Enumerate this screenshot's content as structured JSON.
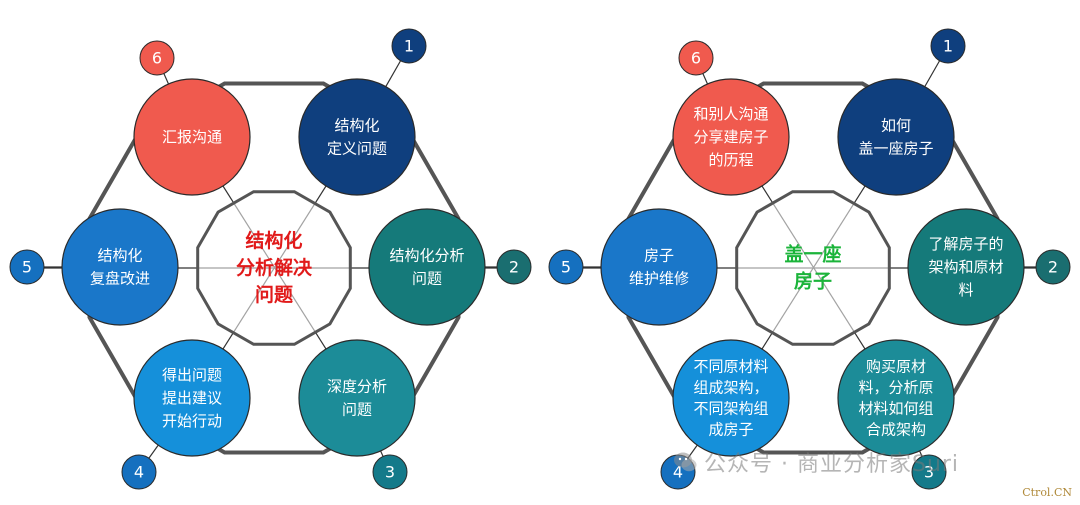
{
  "colors": {
    "red": "#F05A4E",
    "navy": "#0F3F7E",
    "teal": "#157A7A",
    "teal_mid": "#1C8C98",
    "blue": "#1A77C9",
    "sky": "#1590DA",
    "badge_dark": "#0F3F7E",
    "badge_teal": "#1A6E70",
    "badge_mid": "#147A8A",
    "badge_blue": "#1570BF",
    "frame": "#555555",
    "center_red": "#E11A1A",
    "center_green": "#1BB43A"
  },
  "diagrams": [
    {
      "center_lines": [
        "结构化",
        "分析解决",
        "问题"
      ],
      "center_color": "#E11A1A",
      "nodes": [
        {
          "number": "1",
          "lines": [
            "结构化",
            "定义问题"
          ],
          "color": "#0F3F7E",
          "badge": "#0F3F7E"
        },
        {
          "number": "2",
          "lines": [
            "结构化分析",
            "问题"
          ],
          "color": "#157A7A",
          "badge": "#1A6E70"
        },
        {
          "number": "3",
          "lines": [
            "深度分析",
            "问题"
          ],
          "color": "#1C8C98",
          "badge": "#147A8A"
        },
        {
          "number": "4",
          "lines": [
            "得出问题",
            "提出建议",
            "开始行动"
          ],
          "color": "#1590DA",
          "badge": "#1570BF"
        },
        {
          "number": "5",
          "lines": [
            "结构化",
            "复盘改进"
          ],
          "color": "#1A77C9",
          "badge": "#1570BF"
        },
        {
          "number": "6",
          "lines": [
            "汇报沟通"
          ],
          "color": "#F05A4E",
          "badge": "#F05A4E"
        }
      ]
    },
    {
      "center_lines": [
        "盖一座",
        "房子"
      ],
      "center_color": "#1BB43A",
      "nodes": [
        {
          "number": "1",
          "lines": [
            "如何",
            "盖一座房子"
          ],
          "color": "#0F3F7E",
          "badge": "#0F3F7E"
        },
        {
          "number": "2",
          "lines": [
            "了解房子的",
            "架构和原材",
            "料"
          ],
          "color": "#157A7A",
          "badge": "#1A6E70"
        },
        {
          "number": "3",
          "lines": [
            "购买原材",
            "料，分析原",
            "材料如何组",
            "合成架构"
          ],
          "color": "#1C8C98",
          "badge": "#147A8A"
        },
        {
          "number": "4",
          "lines": [
            "不同原材料",
            "组成架构，",
            "不同架构组",
            "成房子"
          ],
          "color": "#1590DA",
          "badge": "#1570BF"
        },
        {
          "number": "5",
          "lines": [
            "房子",
            "维护维修"
          ],
          "color": "#1A77C9",
          "badge": "#1570BF"
        },
        {
          "number": "6",
          "lines": [
            "和别人沟通",
            "分享建房子",
            "的历程"
          ],
          "color": "#F05A4E",
          "badge": "#F05A4E"
        }
      ]
    }
  ],
  "watermark": "公众号 · 商业分析家Suri",
  "corner_mark": "Ctrol.CN"
}
